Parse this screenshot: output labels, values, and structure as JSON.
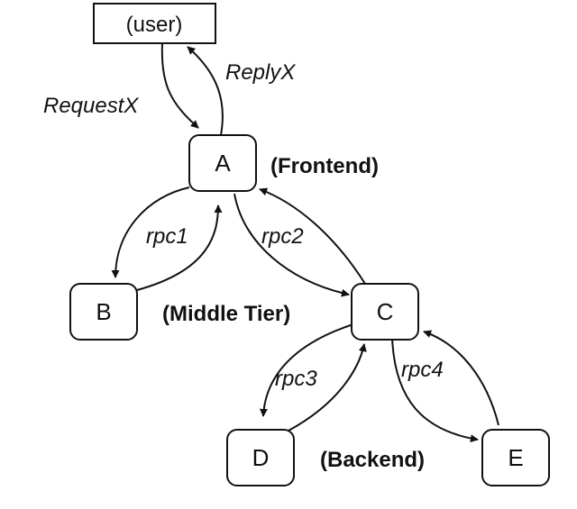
{
  "nodes": {
    "user": "(user)",
    "a": "A",
    "b": "B",
    "c": "C",
    "d": "D",
    "e": "E"
  },
  "edges": {
    "request": "RequestX",
    "reply": "ReplyX",
    "rpc1": "rpc1",
    "rpc2": "rpc2",
    "rpc3": "rpc3",
    "rpc4": "rpc4"
  },
  "tiers": {
    "frontend": "(Frontend)",
    "middle": "(Middle Tier)",
    "backend": "(Backend)"
  }
}
